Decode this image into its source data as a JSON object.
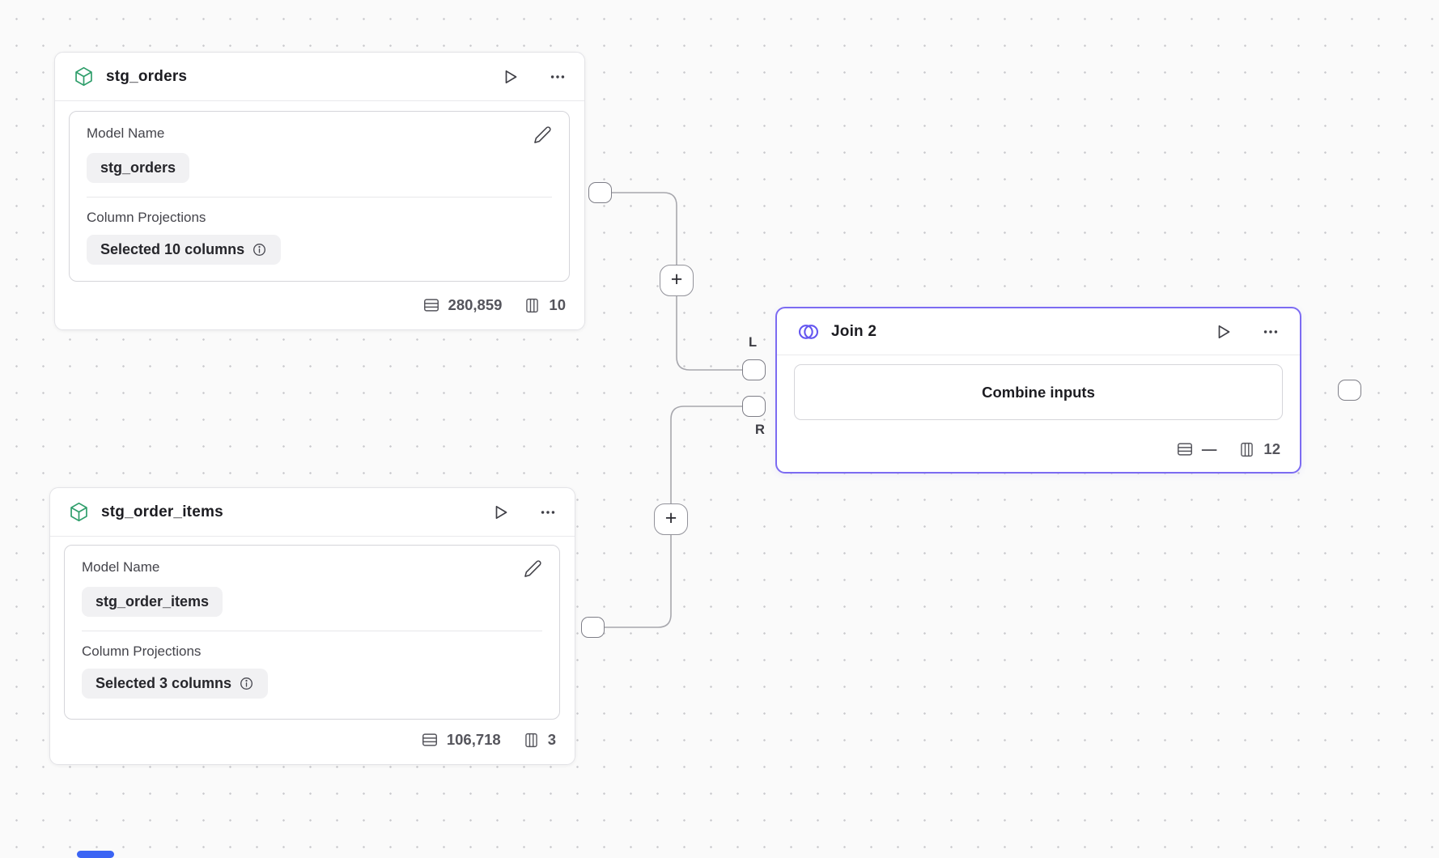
{
  "colors": {
    "accent_purple": "#7C6BF2",
    "model_icon_green": "#2F9E6B",
    "edge_gray": "#A7A7AD",
    "scrollbar_blue": "#3B64F4",
    "canvas_bg": "#FAFAFA"
  },
  "icons": {
    "model": "cube-icon",
    "join": "venn-circles-icon",
    "run": "play-icon",
    "menu": "ellipsis-icon",
    "edit": "pencil-icon",
    "info": "info-circle-icon",
    "rows": "table-rows-icon",
    "columns": "table-columns-icon"
  },
  "nodes": {
    "stg_orders": {
      "title": "stg_orders",
      "model_name_label": "Model Name",
      "model_name_value": "stg_orders",
      "projections_label": "Column Projections",
      "projections_value": "Selected 10 columns",
      "row_count": "280,859",
      "column_count": "10"
    },
    "stg_order_items": {
      "title": "stg_order_items",
      "model_name_label": "Model Name",
      "model_name_value": "stg_order_items",
      "projections_label": "Column Projections",
      "projections_value": "Selected 3 columns",
      "row_count": "106,718",
      "column_count": "3"
    },
    "join": {
      "title": "Join 2",
      "combine_button_label": "Combine inputs",
      "row_count": "—",
      "column_count": "12",
      "left_port_label": "L",
      "right_port_label": "R"
    }
  },
  "edges": {
    "add_label": "+"
  }
}
